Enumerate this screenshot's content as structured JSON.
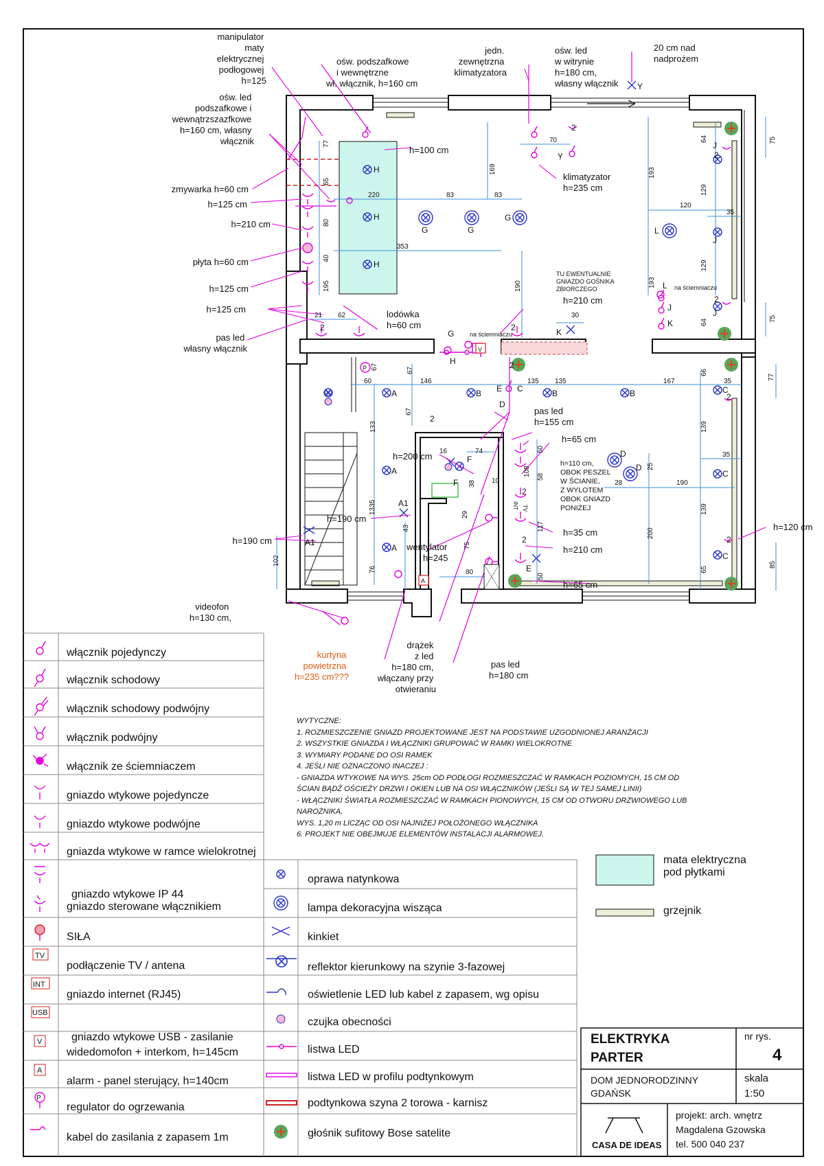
{
  "annotations": {
    "manipulator": [
      "manipulator",
      "maty",
      "elektrycznej",
      "podłogowej",
      "h=125"
    ],
    "osw_led_podszafkowe": [
      "ośw. led",
      "podszafkowe i",
      "wewnątrzszazfkowe",
      "h=160 cm, własny",
      "włącznik"
    ],
    "osw_podszafkowe": [
      "ośw. podszafkowe",
      "i wewnętrzne",
      "wł. włącznik, h=160 cm"
    ],
    "jedn_zewn": [
      "jedn.",
      "zewnętrzna",
      "klimatyzatora"
    ],
    "osw_led_witryna": [
      "ośw. led",
      "w witrynie",
      "h=180 cm,",
      "własny włącznik"
    ],
    "nad_nadprozem": [
      "20 cm nad",
      "nadprożem"
    ],
    "h100": "h=100 cm",
    "klimatyzator": [
      "klimatyzator",
      "h=235 cm"
    ],
    "zmywarka": "zmywarka h=60 cm",
    "h125_a": "h=125 cm",
    "h210_a": "h=210 cm",
    "plyta": "płyta h=60 cm",
    "h125_b": "h=125 cm",
    "h125_c": "h=125 cm",
    "pas_led_wlasny": [
      "pas led",
      "własny włącznik"
    ],
    "lodowka": [
      "lodówka",
      "h=60 cm"
    ],
    "tu_ewentualnie": [
      "TU EWENTUALNIE",
      "GNIAZDO GOŚNIKA",
      "ZBIORCZEGO"
    ],
    "h210_b": "h=210 cm",
    "na_sciemn_g": "na ściemniaczu",
    "na_sciemn_l": "na ściemniaczu",
    "pas_led_155": [
      "pas led",
      "h=155 cm"
    ],
    "h65_a": "h=65 cm",
    "h200": "h=200 cm",
    "h110": [
      "h=110 cm,",
      "OBOK PESZEL",
      "W ŚCIANIE,",
      "Z WYLOTEM",
      "OBOK GNIAZD",
      "PONIŻEJ"
    ],
    "h190_a": "h=190 cm",
    "h190_b": "h=190 cm",
    "wentylator": [
      "wentylator",
      "h=245"
    ],
    "h35": "h=35 cm",
    "h210_c": "h=210 cm",
    "h65_b": "h=65 cm",
    "h120": "h=120 cm",
    "videofon": [
      "videofon",
      "h=130 cm,"
    ],
    "kurtyna": [
      "kurtyna",
      "powietrzna",
      "h=235 cm???"
    ],
    "drazek": [
      "drążek",
      "z led",
      "h=180 cm,",
      "włączany przy",
      "otwieraniu"
    ],
    "pas_led_180": [
      "pas led",
      "h=180 cm"
    ]
  },
  "dimensions": {
    "top": [
      "77",
      "65",
      "80",
      "40",
      "195",
      "220",
      "83",
      "83",
      "353",
      "169",
      "70",
      "193",
      "190",
      "193",
      "120",
      "129",
      "35",
      "129",
      "64",
      "64",
      "75",
      "75",
      "21",
      "62",
      "30"
    ],
    "bottom": [
      "67",
      "60",
      "67",
      "146",
      "135",
      "135",
      "167",
      "66",
      "35",
      "77",
      "67",
      "133",
      "16",
      "74",
      "38",
      "10",
      "50",
      "108",
      "58",
      "117",
      "1335",
      "43",
      "29",
      "75",
      "76",
      "80",
      "50",
      "102",
      "28",
      "190",
      "25",
      "200",
      "139",
      "35",
      "139",
      "65",
      "85"
    ]
  },
  "symbol_labels": {
    "H": "H",
    "G": "G",
    "L": "L",
    "J": "J",
    "K": "K",
    "Y": "Y",
    "A": "A",
    "B": "B",
    "C": "C",
    "D": "D",
    "E": "E",
    "F": "F",
    "A1": "A1",
    "two": "2",
    "V": "V",
    "A_box": "A",
    "P": "P",
    "TV": "TV",
    "INT": "INT"
  },
  "legend_left": [
    {
      "icon": "single-switch-icon",
      "text": "włącznik pojedynczy"
    },
    {
      "icon": "staircase-switch-icon",
      "text": "włącznik schodowy"
    },
    {
      "icon": "double-staircase-switch-icon",
      "text": "włącznik schodowy podwójny"
    },
    {
      "icon": "double-switch-icon",
      "text": "włącznik podwójny"
    },
    {
      "icon": "dimmer-switch-icon",
      "text": "włącznik ze ściemniaczem"
    },
    {
      "icon": "single-socket-icon",
      "text": "gniazdo wtykowe pojedyncze"
    },
    {
      "icon": "double-socket-icon",
      "text": "gniazdo wtykowe podwójne"
    },
    {
      "icon": "multi-frame-socket-icon",
      "text": "gniazda wtykowe w ramce wielokrotnej"
    },
    {
      "icon": "ip44-socket-icon",
      "text": "gniazdo wtykowe IP 44"
    },
    {
      "icon": "switched-socket-icon",
      "text": "gniazdo sterowane włącznikiem"
    },
    {
      "icon": "power-socket-icon",
      "text": "SIŁA"
    },
    {
      "icon": "tv-socket-icon",
      "text": "podłączenie TV / antena"
    },
    {
      "icon": "internet-socket-icon",
      "text": "gniazdo internet (RJ45)"
    },
    {
      "icon": "usb-socket-icon",
      "text": "gniazdo wtykowe USB - zasilanie"
    },
    {
      "icon": "videophone-icon",
      "text": "widedomofon + interkom, h=145cm"
    },
    {
      "icon": "alarm-panel-icon",
      "text": "alarm - panel sterujący, h=140cm"
    },
    {
      "icon": "heating-regulator-icon",
      "text": "regulator do ogrzewania"
    },
    {
      "icon": "spare-cable-icon",
      "text": "kabel do zasilania z zapasem 1m"
    }
  ],
  "legend_right": [
    {
      "icon": "surface-light-icon",
      "text": "oprawa natynkowa"
    },
    {
      "icon": "pendant-lamp-icon",
      "text": "lampa dekoracyjna wisząca"
    },
    {
      "icon": "wall-lamp-icon",
      "text": "kinkiet"
    },
    {
      "icon": "track-spotlight-icon",
      "text": "reflektor kierunkowy na szynie 3-fazowej"
    },
    {
      "icon": "led-cable-icon",
      "text": "oświetlenie LED lub kabel z zapasem, wg opisu"
    },
    {
      "icon": "presence-sensor-icon",
      "text": "czujka obecności"
    },
    {
      "icon": "led-strip-icon",
      "text": "listwa LED"
    },
    {
      "icon": "led-profile-icon",
      "text": "listwa LED w profilu podtynkowym"
    },
    {
      "icon": "curtain-rail-icon",
      "text": "podtynkowa szyna 2 torowa  - karnisz"
    },
    {
      "icon": "ceiling-speaker-icon",
      "text": "głośnik sufitowy Bose satelite"
    }
  ],
  "legend_material": [
    {
      "text": "mata elektryczna",
      "text2": "pod płytkami",
      "color": "#ccf5ee"
    },
    {
      "text": "grzejnik",
      "color": "#eeeed6"
    }
  ],
  "guidelines": [
    "WYTYCZNE:",
    "1. ROZMIESZCZENIE GNIAZD PROJEKTOWANE JEST NA PODSTAWIE UZGODNIONEJ ARANŻACJI",
    "2. WSZYSTKIE GNIAZDA I WŁĄCZNIKI GRUPOWAĆ W RAMKI WIELOKROTNE",
    "3. WYMIARY PODANE DO OSI RAMEK",
    "4. JEŚLI NIE OZNACZONO INACZEJ :",
    "- GNIAZDA WTYKOWE NA WYS. 25cm OD PODŁOGI ROZMIESZCZAĆ W RAMKACH POZIOMYCH, 15 CM OD ŚCIAN BĄDŹ OŚCIEŻY DRZWI I OKIEN LUB NA OSI WŁĄCZNIKÓW (JEŚLI SĄ W TEJ SAMEJ LINII)",
    "- WŁĄCZNIKI ŚWIATŁA ROZMIESZCZAĆ W RAMKACH PIONOWYCH, 15 CM OD OTWORU DRZWIOWEGO LUB NAROŻNIKA,",
    "WYS. 1,20 m LICZĄC OD OSI NAJNIŻEJ POŁOŻONEGO WŁĄCZNIKA",
    "6. PROJEKT NIE OBEJMUJE ELEMENTÓW INSTALACJI ALARMOWEJ."
  ],
  "title_block": {
    "title1": "ELEKTRYKA",
    "title2": "PARTER",
    "sub1": "DOM JEDNORODZINNY",
    "sub2": "GDAŃSK",
    "nr_label": "nr rys.",
    "nr_value": "4",
    "scale_label": "skala",
    "scale_value": "1:50",
    "logo_text": "CASA DE IDEAS",
    "author1": "projekt: arch. wnętrz",
    "author2": "Magdalena Gzowska",
    "author3": "tel. 500 040 237"
  },
  "colors": {
    "magenta": "#e000e0",
    "dimension_blue": "#3b8fd8",
    "light_blue": "#7fb8e8",
    "wall": "#111111",
    "mat": "#ccf5ee",
    "heater": "#eeeed6",
    "speaker_green": "#5aa55a",
    "speaker_red": "#e04020",
    "circuit_blue": "#2b35c8",
    "rail_red": "#d02020",
    "curtain_orange": "#e05a10"
  }
}
